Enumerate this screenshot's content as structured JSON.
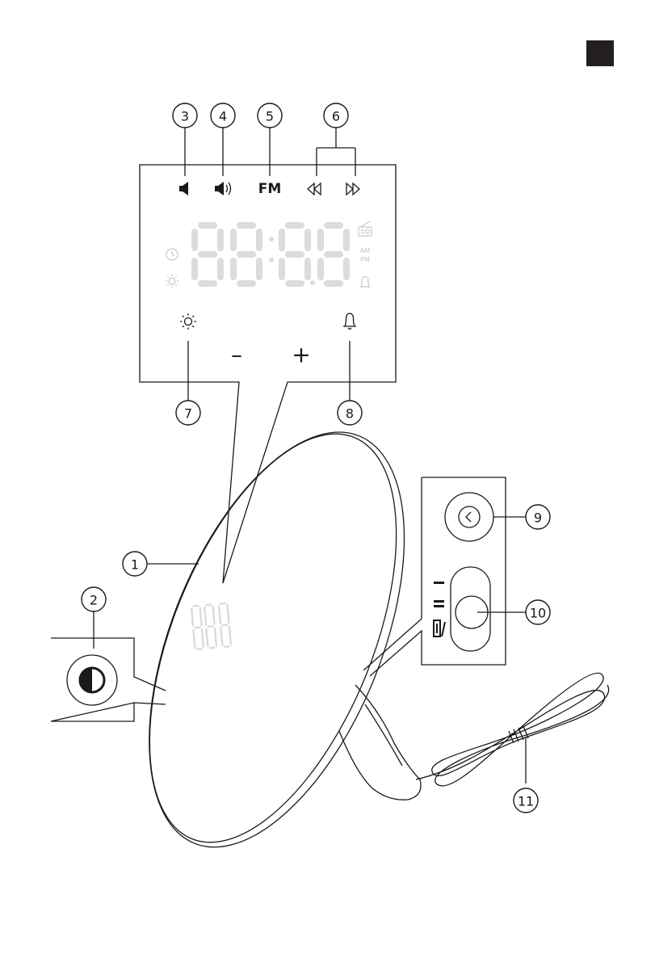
{
  "panel_labels": {
    "fm": "FM",
    "minus": "–",
    "plus": "+"
  },
  "display": {
    "am": "AM",
    "pm": "PM"
  },
  "callouts": [
    {
      "num": "1"
    },
    {
      "num": "2"
    },
    {
      "num": "3"
    },
    {
      "num": "4"
    },
    {
      "num": "5"
    },
    {
      "num": "6"
    },
    {
      "num": "7"
    },
    {
      "num": "8"
    },
    {
      "num": "9"
    },
    {
      "num": "10"
    },
    {
      "num": "11"
    }
  ],
  "icons": {
    "volume_down": "speaker-low-icon",
    "volume_up": "speaker-high-icon",
    "rewind": "rewind-icon",
    "forward": "fast-forward-icon",
    "brightness": "sun-icon",
    "alarm": "bell-icon",
    "light": "half-circle-icon",
    "clock": "clock-icon",
    "radio": "radio-icon"
  },
  "colors": {
    "ink": "#1a1a1a",
    "segment": "#dcdcdc",
    "tab": "#231f20"
  }
}
